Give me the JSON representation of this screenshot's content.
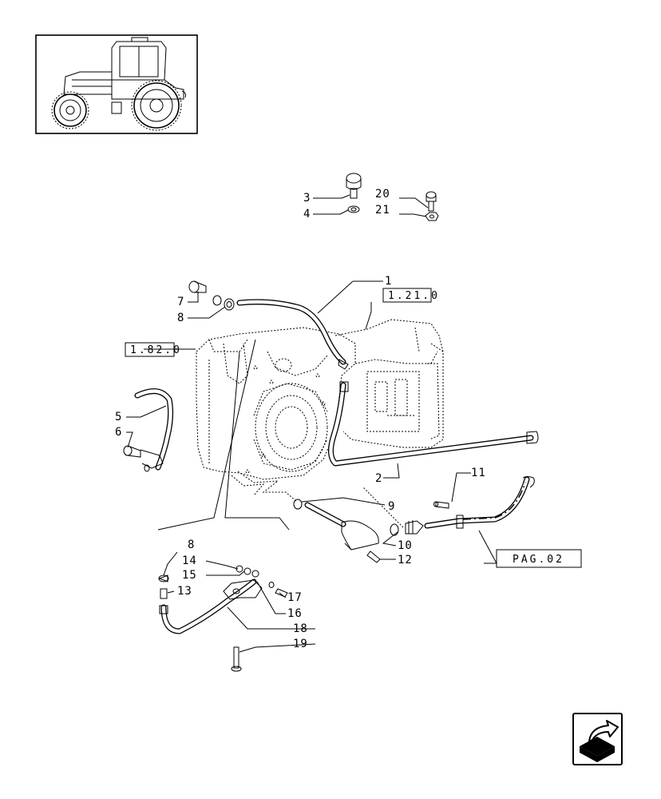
{
  "callouts": [
    {
      "id": "1",
      "text": "1"
    },
    {
      "id": "2",
      "text": "2"
    },
    {
      "id": "3",
      "text": "3"
    },
    {
      "id": "4",
      "text": "4"
    },
    {
      "id": "5",
      "text": "5"
    },
    {
      "id": "6",
      "text": "6"
    },
    {
      "id": "7",
      "text": "7"
    },
    {
      "id": "8a",
      "text": "8"
    },
    {
      "id": "8b",
      "text": "8"
    },
    {
      "id": "9",
      "text": "9"
    },
    {
      "id": "10",
      "text": "10"
    },
    {
      "id": "11",
      "text": "11"
    },
    {
      "id": "12",
      "text": "12"
    },
    {
      "id": "13",
      "text": "13"
    },
    {
      "id": "14",
      "text": "14"
    },
    {
      "id": "15",
      "text": "15"
    },
    {
      "id": "16",
      "text": "16"
    },
    {
      "id": "17",
      "text": "17"
    },
    {
      "id": "18",
      "text": "18"
    },
    {
      "id": "19",
      "text": "19"
    },
    {
      "id": "20",
      "text": "20"
    },
    {
      "id": "21",
      "text": "21"
    }
  ],
  "references": {
    "ref_1_21_0": "1.21.0",
    "ref_1_82_0": "1.82.0",
    "ref_pag_02": "PAG.02"
  },
  "icons": {
    "thumbnail": "tractor-icon",
    "navigation": "next-page-arrow-icon"
  }
}
